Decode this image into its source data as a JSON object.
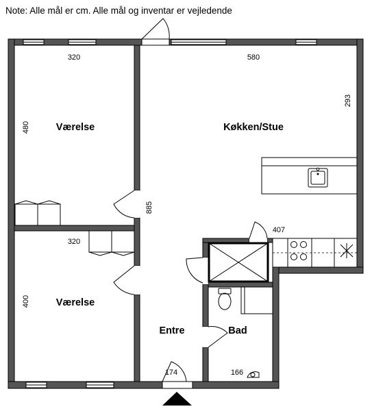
{
  "note": "Note: Alle mål er cm. Alle mål og inventar er vejledende",
  "rooms": {
    "bedroom_top": "Værelse",
    "kitchen_living": "Køkken/Stue",
    "bedroom_bottom": "Værelse",
    "entrance": "Entre",
    "bathroom": "Bad"
  },
  "dimensions": {
    "bedroom_top_width": "320",
    "bedroom_top_height": "480",
    "kitchen_width": "580",
    "kitchen_height": "293",
    "corridor_length": "885",
    "kitchen_counter": "407",
    "bedroom_bottom_width": "320",
    "bedroom_bottom_height": "400",
    "entrance_width": "174",
    "bathroom_width": "166"
  }
}
